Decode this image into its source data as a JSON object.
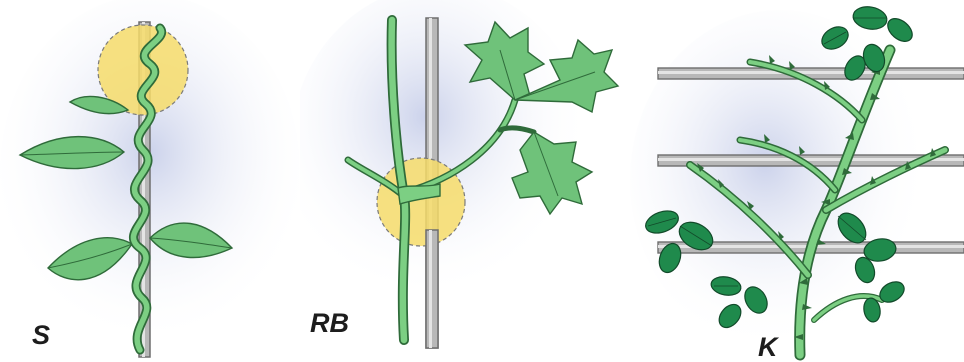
{
  "panels": [
    {
      "label": "S"
    },
    {
      "label": "RB"
    },
    {
      "label": "K"
    }
  ],
  "colors": {
    "stem_fill": "#7ccf83",
    "stem_outline": "#2f6b3a",
    "leaf_light": "#6fc27a",
    "leaf_dark": "#1f8a4c",
    "support_pole": "#9a9a9a",
    "highlight": "#f6dc6a",
    "background_glow": "#c9d0ea"
  }
}
